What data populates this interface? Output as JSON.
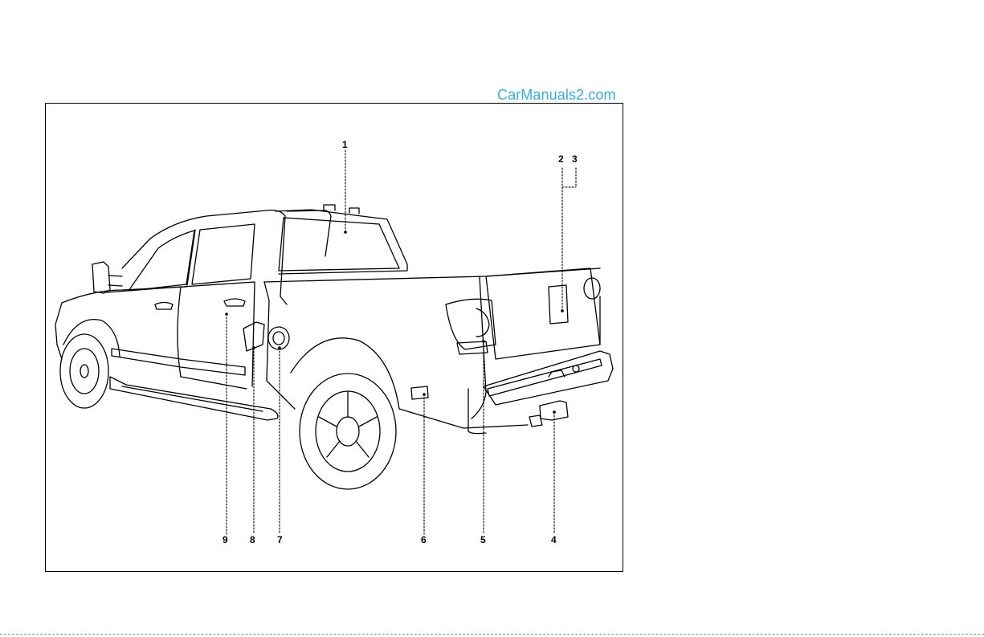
{
  "watermark": "CarManuals2.com",
  "callouts": {
    "c1": "1",
    "c2": "2",
    "c3": "3",
    "c4": "4",
    "c5": "5",
    "c6": "6",
    "c7": "7",
    "c8": "8",
    "c9": "9"
  }
}
